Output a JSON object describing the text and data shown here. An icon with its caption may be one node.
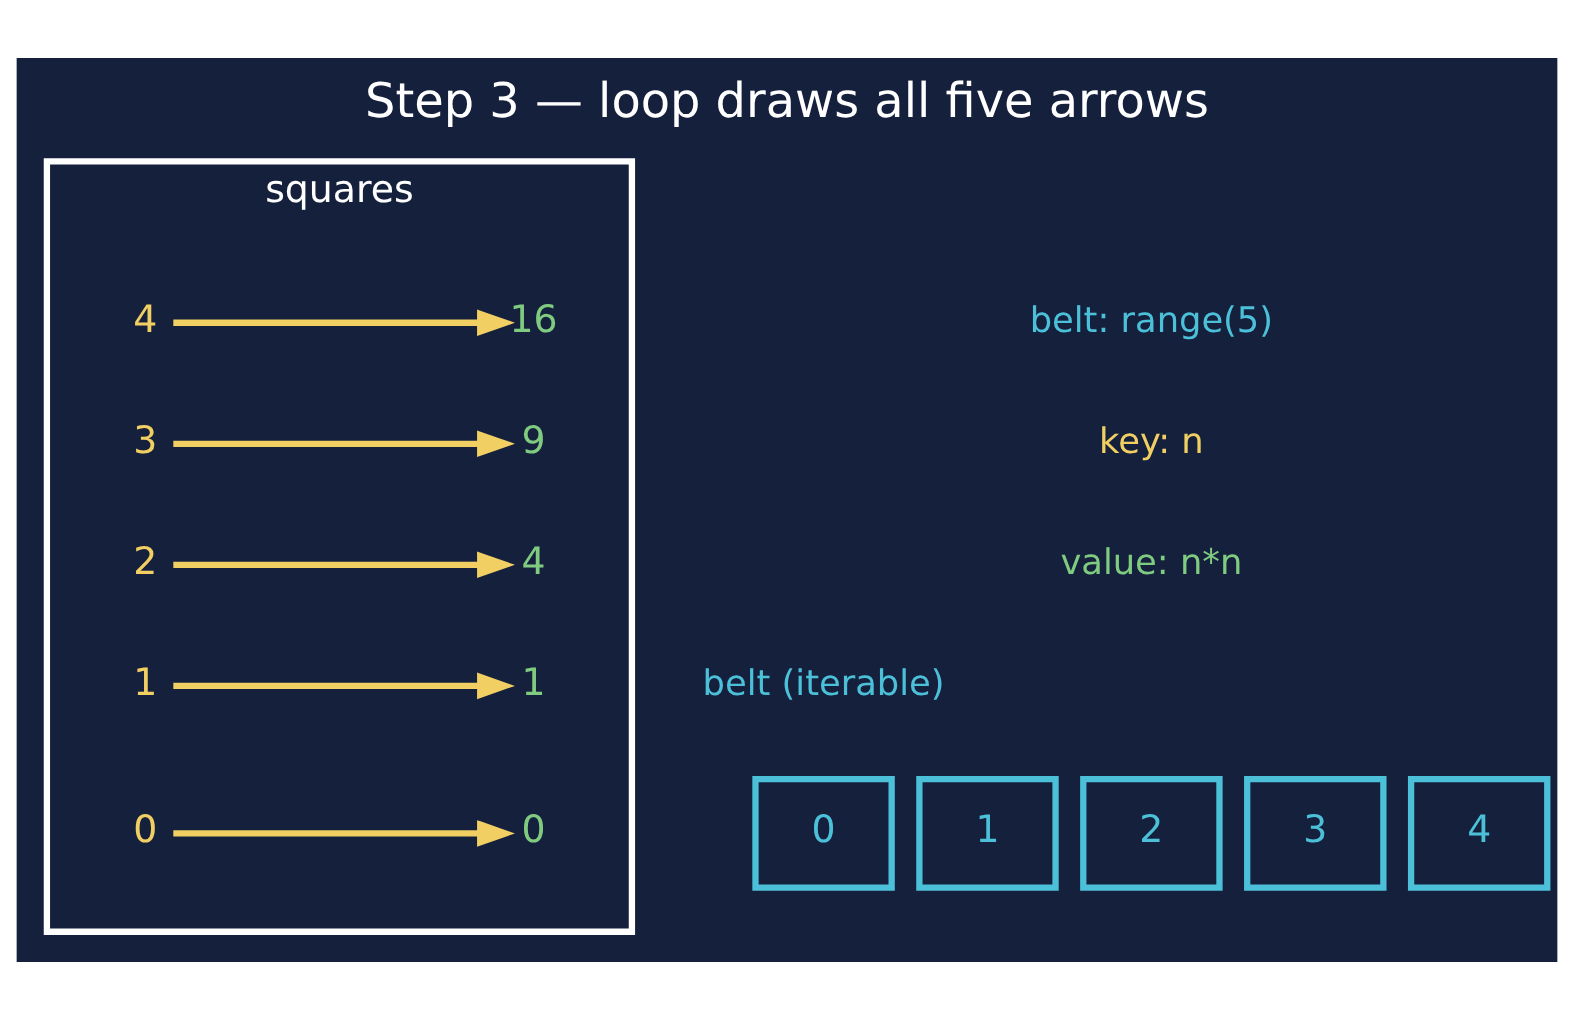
{
  "diagram": {
    "title": "Step 3 — loop draws all five arrows",
    "nodes": [
      {
        "text": [
          "squares"
        ]
      },
      {
        "text": [
          "4"
        ],
        "in": 0
      },
      {
        "text": [
          "16"
        ],
        "in": 0
      },
      {
        "text": [
          "3"
        ],
        "in": 0
      },
      {
        "text": [
          "9"
        ],
        "in": 0
      },
      {
        "text": [
          "2"
        ],
        "in": 0
      },
      {
        "text": [
          "4"
        ],
        "in": 0
      },
      {
        "text": [
          "1"
        ],
        "in": 0
      },
      {
        "text": [
          "1"
        ],
        "in": 0
      },
      {
        "text": [
          "0"
        ],
        "in": 0
      },
      {
        "text": [
          "0"
        ],
        "in": 0
      },
      {
        "text": [
          "0"
        ]
      },
      {
        "text": [
          "1"
        ]
      },
      {
        "text": [
          "2"
        ]
      },
      {
        "text": [
          "3"
        ]
      },
      {
        "text": [
          "4"
        ]
      }
    ],
    "edges": [
      {
        "from": 1,
        "to": 2,
        "arrow": "to"
      },
      {
        "from": 3,
        "to": 4,
        "arrow": "to"
      },
      {
        "from": 5,
        "to": 6,
        "arrow": "to"
      },
      {
        "from": 7,
        "to": 8,
        "arrow": "to"
      },
      {
        "from": 9,
        "to": 10,
        "arrow": "to"
      }
    ],
    "labels": [
      "belt: range(5)",
      "key: n",
      "value: n*n",
      "belt (iterable)"
    ]
  }
}
